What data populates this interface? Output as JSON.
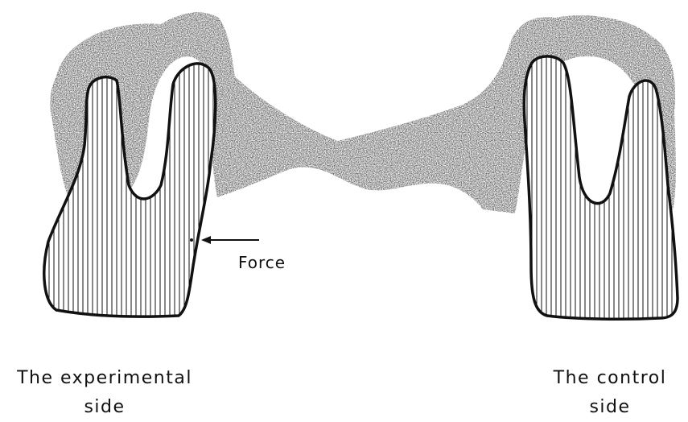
{
  "labels": {
    "force": "Force",
    "experimental_line1": "The experimental",
    "experimental_line2": "side",
    "control_line1": "The control",
    "control_line2": "side"
  },
  "colors": {
    "ink": "#111111",
    "bone": "#2a2a2a",
    "tooth_fill": "#ffffff",
    "background": "#ffffff"
  }
}
